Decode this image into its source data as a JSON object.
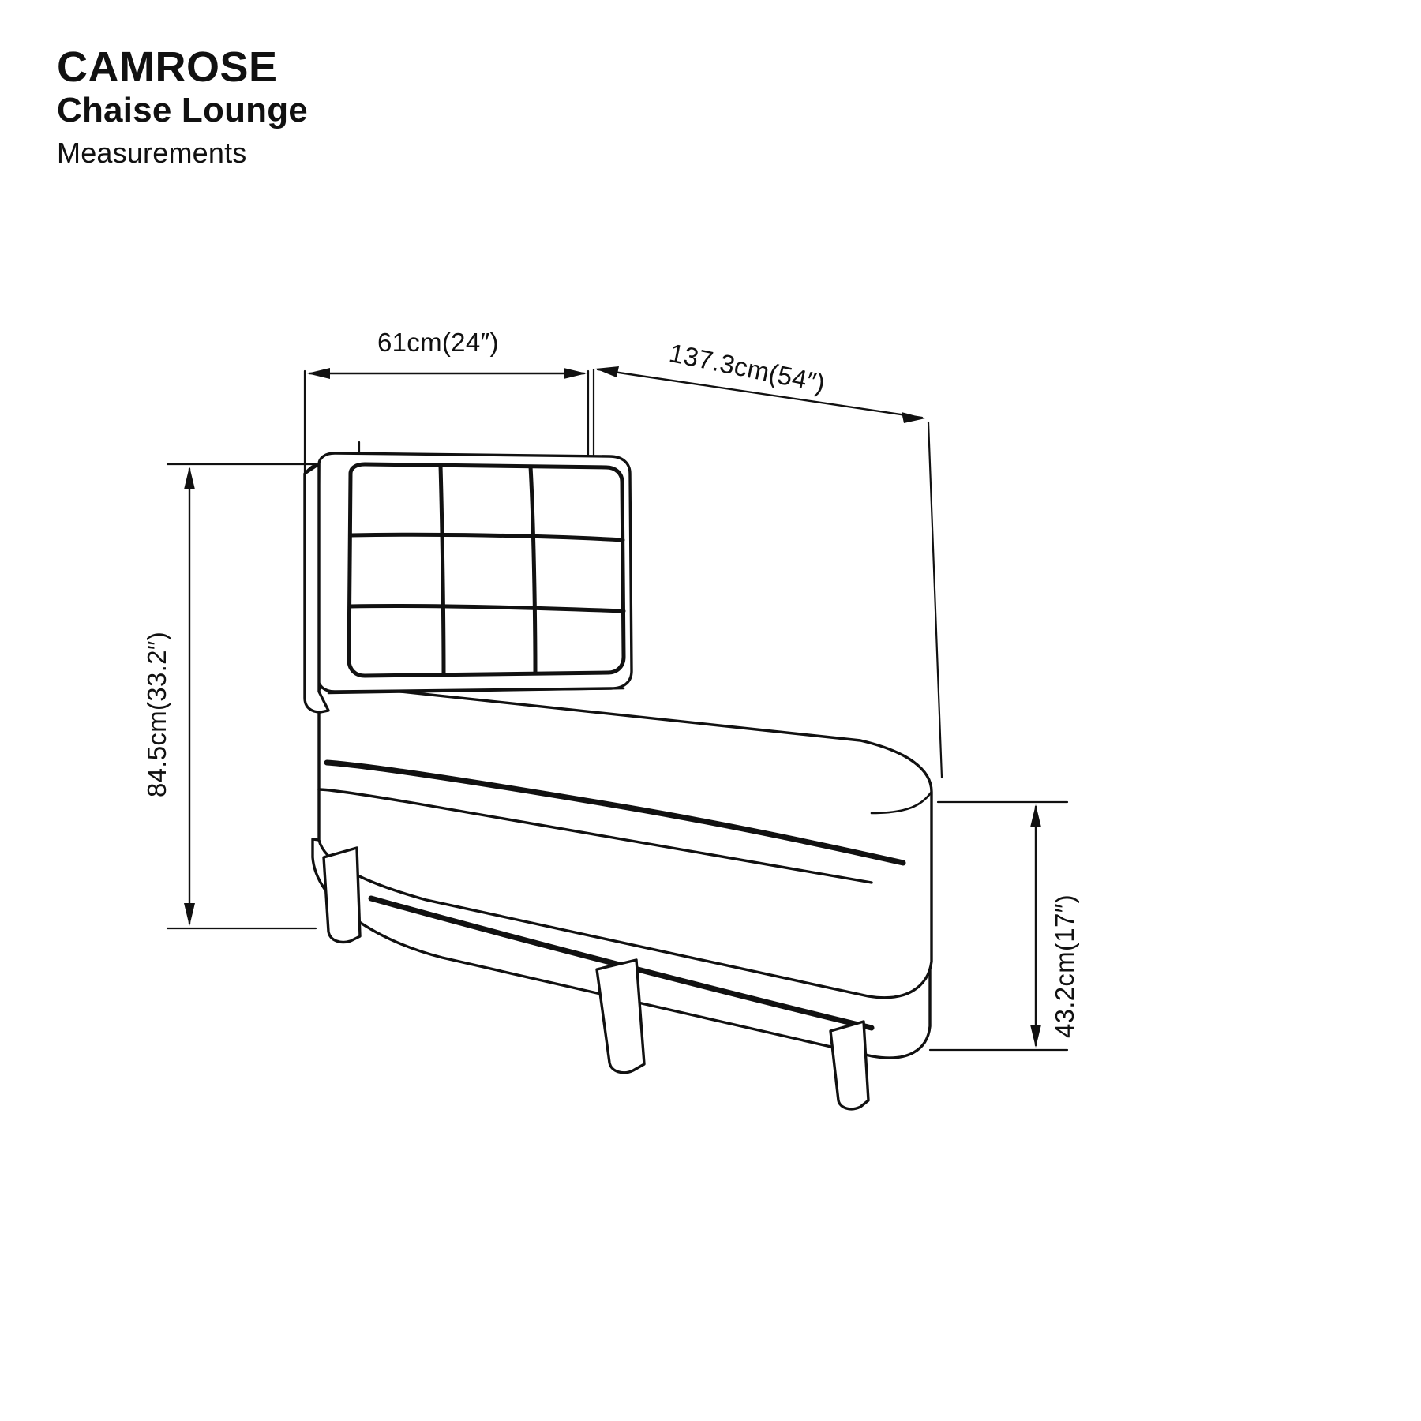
{
  "title_block": {
    "product_name": "CAMROSE",
    "product_type": "Chaise Lounge",
    "subtitle": "Measurements"
  },
  "dimensions": {
    "width": {
      "label": "61cm(24″)",
      "value_cm": 61,
      "value_in": 24,
      "axis": "width",
      "orientation": "horizontal"
    },
    "depth": {
      "label": "137.3cm(54″)",
      "value_cm": 137.3,
      "value_in": 54,
      "axis": "depth",
      "orientation": "diagonal"
    },
    "height": {
      "label": "84.5cm(33.2″)",
      "value_cm": 84.5,
      "value_in": 33.2,
      "axis": "overall-height",
      "orientation": "vertical"
    },
    "seat_height": {
      "label": "43.2cm(17″)",
      "value_cm": 43.2,
      "value_in": 17,
      "axis": "seat-height",
      "orientation": "vertical"
    }
  },
  "drawing": {
    "subject": "chaise-lounge",
    "view": "three-quarter-perspective",
    "style": "line-drawing",
    "ink_color": "#111111",
    "background_color": "#ffffff",
    "features": {
      "backrest_tufting_columns": 3,
      "backrest_tufting_rows": 3,
      "legs_visible": 3
    }
  }
}
